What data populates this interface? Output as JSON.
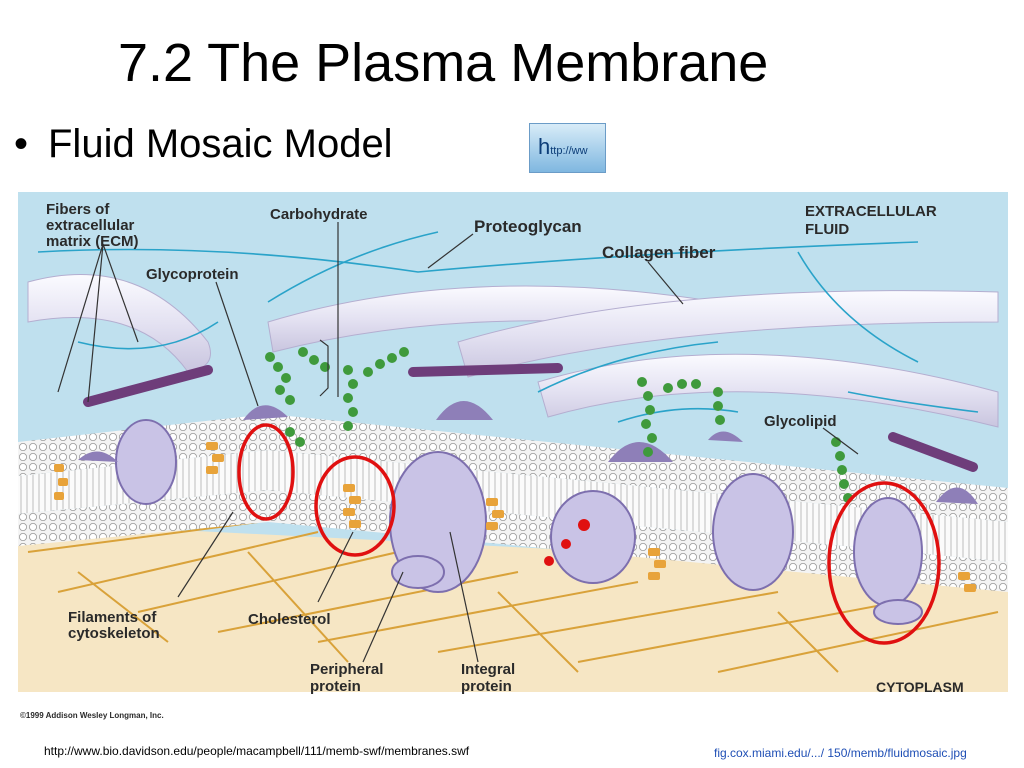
{
  "slide": {
    "title": "7.2 The Plasma Membrane",
    "bullet": "Fluid Mosaic Model",
    "link_icon_text": "http://ww"
  },
  "figure": {
    "labels": {
      "ecm": [
        "Fibers of",
        "extracellular",
        "matrix (ECM)"
      ],
      "carbohydrate": "Carbohydrate",
      "proteoglycan": "Proteoglycan",
      "extracellular_fluid": [
        "EXTRACELLULAR",
        "FLUID"
      ],
      "collagen_fiber": "Collagen fiber",
      "glycoprotein": "Glycoprotein",
      "glycolipid": "Glycolipid",
      "filaments": [
        "Filaments of",
        "cytoskeleton"
      ],
      "cholesterol": "Cholesterol",
      "peripheral": [
        "Peripheral",
        "protein"
      ],
      "integral": [
        "Integral",
        "protein"
      ],
      "cytoplasm": "CYTOPLASM",
      "copyright": "©1999 Addison Wesley Longman, Inc."
    },
    "colors": {
      "extracellular": "#bfe0ee",
      "cytoplasm": "#f6e6c4",
      "protein": "#8e7fb8",
      "carbohydrate": "#3f9a3c",
      "cholesterol": "#e8a33a",
      "highlight_circle": "#e01010"
    }
  },
  "sources": {
    "left": "http://www.bio.davidson.edu/people/macampbell/111/memb-swf/membranes.swf",
    "right": "fig.cox.miami.edu/.../ 150/memb/fluidmosaic.jpg"
  }
}
